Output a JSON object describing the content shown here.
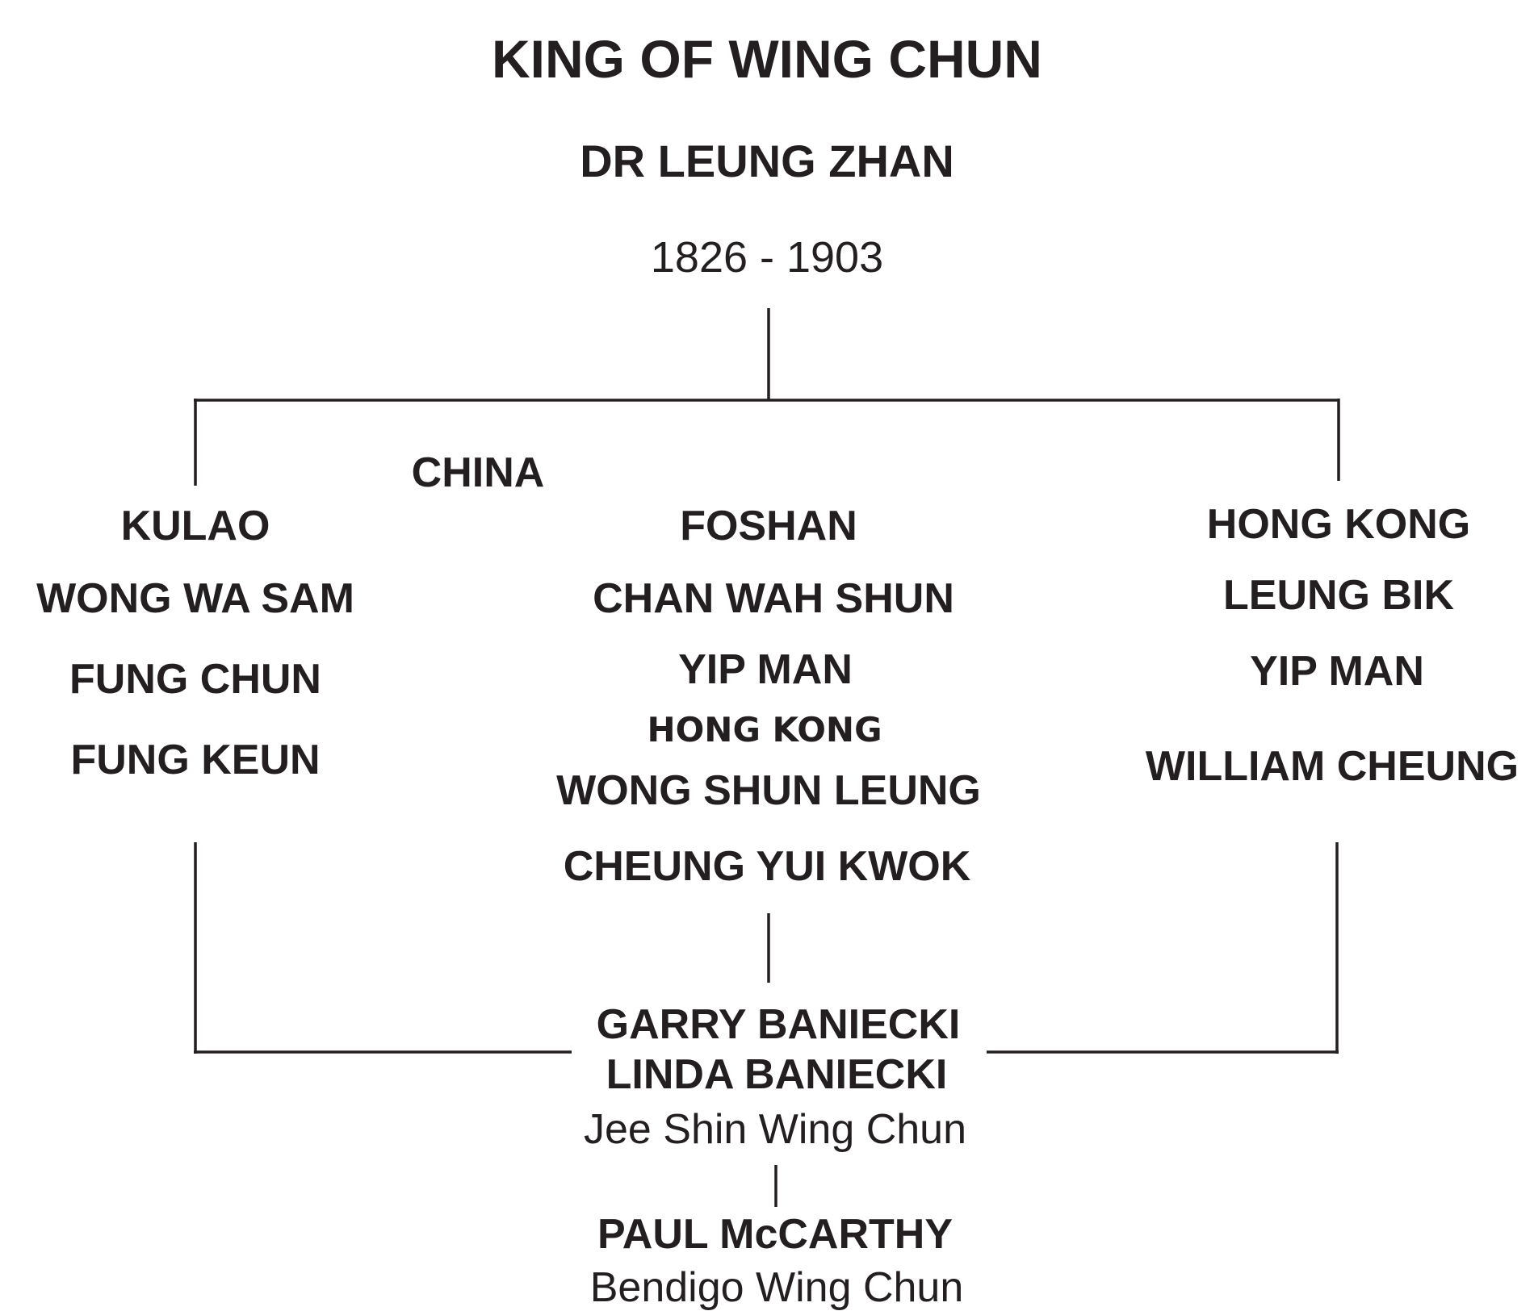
{
  "title": "KING OF WING CHUN",
  "founder": {
    "name": "DR LEUNG ZHAN",
    "years": "1826 - 1903"
  },
  "china_label": "CHINA",
  "branches": {
    "left": {
      "place": "KULAO",
      "lineage": [
        "WONG WA SAM",
        "FUNG CHUN",
        "FUNG KEUN"
      ]
    },
    "center": {
      "place": "FOSHAN",
      "lineage": [
        "CHAN WAH SHUN",
        "YIP MAN"
      ],
      "sub_place": "HONG KONG",
      "sub_lineage": [
        "WONG SHUN LEUNG",
        "CHEUNG YUI KWOK"
      ]
    },
    "right": {
      "place": "HONG KONG",
      "lineage": [
        "LEUNG BIK",
        "YIP MAN",
        "WILLIAM CHEUNG"
      ]
    }
  },
  "successors": {
    "names": [
      "GARRY BANIECKI",
      "LINDA BANIECKI"
    ],
    "school": "Jee Shin Wing Chun"
  },
  "final": {
    "name": "PAUL McCARTHY",
    "school": "Bendigo Wing Chun"
  }
}
